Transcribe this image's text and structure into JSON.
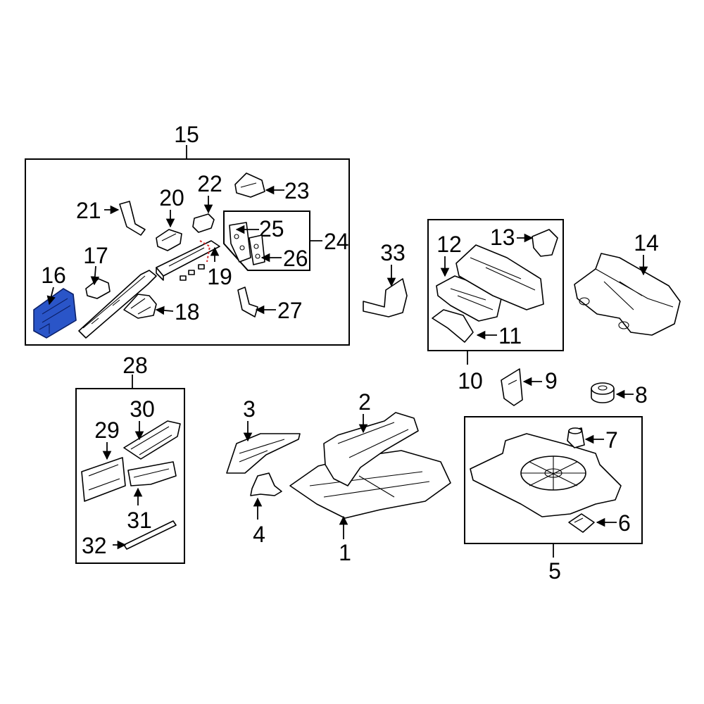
{
  "diagram": {
    "highlight_color": "#2a55c8",
    "accent_color": "#d42a2a",
    "callouts": [
      "1",
      "2",
      "3",
      "4",
      "5",
      "6",
      "7",
      "8",
      "9",
      "10",
      "11",
      "12",
      "13",
      "14",
      "15",
      "16",
      "17",
      "18",
      "19",
      "20",
      "21",
      "22",
      "23",
      "24",
      "25",
      "26",
      "27",
      "28",
      "29",
      "30",
      "31",
      "32",
      "33"
    ],
    "highlighted_part": "16"
  }
}
